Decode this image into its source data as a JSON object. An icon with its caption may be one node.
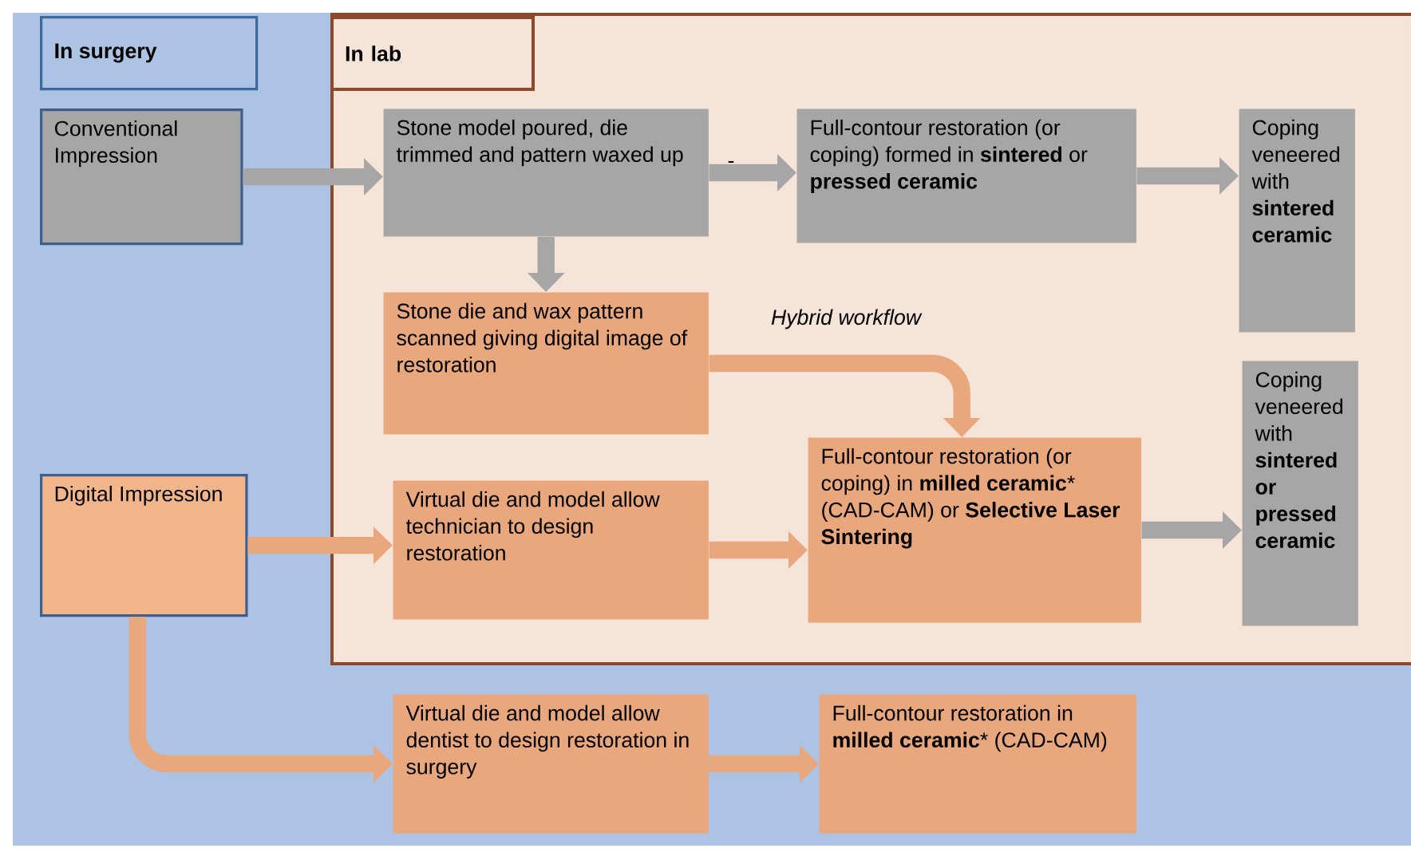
{
  "diagram": {
    "nodes": [
      {
        "text": [
          "In surgery"
        ]
      },
      {
        "text": [
          "In lab"
        ]
      },
      {
        "text": [
          "Conventional Impression"
        ]
      },
      {
        "text": [
          "Stone model poured, die trimmed and pattern waxed up"
        ],
        "in": 1
      },
      {
        "text": [
          "Full-contour restoration (or coping) formed in **sintered** or **pressed ceramic**"
        ],
        "in": 1
      },
      {
        "text": [
          "Coping veneered with **sintered ceramic**"
        ],
        "in": 1
      },
      {
        "text": [
          "Stone die and wax pattern scanned giving digital image of restoration"
        ],
        "in": 1
      },
      {
        "text": [
          "Digital Impression"
        ]
      },
      {
        "text": [
          "Virtual die and model allow technician to design restoration"
        ],
        "in": 1
      },
      {
        "text": [
          "Full-contour restoration (or coping) in **milled ceramic*** (CAD-CAM) or **Selective Laser Sintering**"
        ],
        "in": 1
      },
      {
        "text": [
          "Coping veneered with **sintered or pressed ceramic**"
        ],
        "in": 1
      },
      {
        "text": [
          "Virtual die and model allow dentist to design restoration in surgery"
        ]
      },
      {
        "text": [
          "Full-contour restoration in **milled ceramic*** (CAD-CAM)"
        ]
      }
    ],
    "edges": [
      {
        "from": 2,
        "to": 3,
        "arrow": "to",
        "color": "#a6a6a6"
      },
      {
        "from": 3,
        "to": 4,
        "arrow": "to",
        "color": "#a6a6a6"
      },
      {
        "from": 4,
        "to": 5,
        "arrow": "to",
        "color": "#a6a6a6"
      },
      {
        "from": 3,
        "to": 6,
        "arrow": "to",
        "color": "#a6a6a6"
      },
      {
        "from": 6,
        "to": 9,
        "arrow": "to",
        "label": "Hybrid workflow",
        "color": "#e8a77c"
      },
      {
        "from": 7,
        "to": 8,
        "arrow": "to",
        "color": "#e8a77c"
      },
      {
        "from": 8,
        "to": 9,
        "arrow": "to",
        "color": "#e8a77c"
      },
      {
        "from": 9,
        "to": 10,
        "arrow": "to",
        "color": "#a6a6a6"
      },
      {
        "from": 7,
        "to": 11,
        "arrow": "to",
        "color": "#e8a77c"
      },
      {
        "from": 11,
        "to": 12,
        "arrow": "to",
        "color": "#e8a77c"
      }
    ],
    "labels": [
      "-"
    ]
  }
}
